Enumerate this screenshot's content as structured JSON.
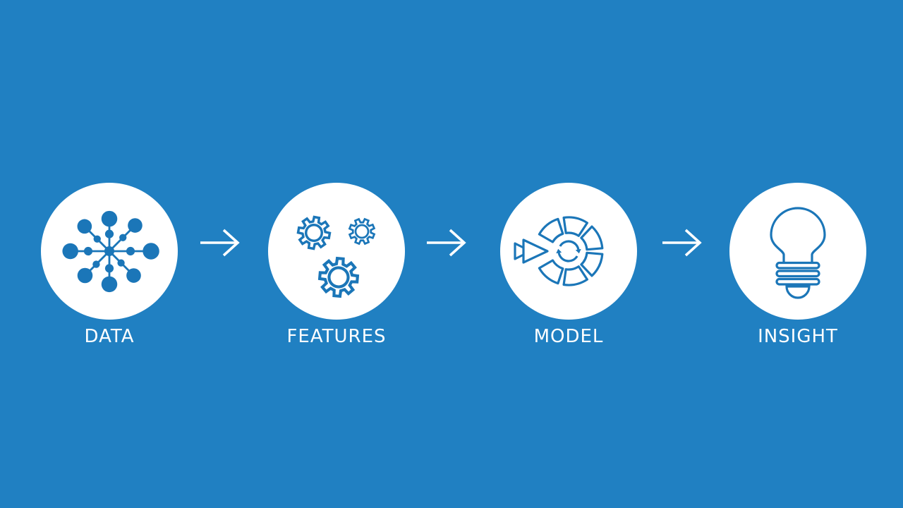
{
  "slide": {
    "background_color": "#2080C2",
    "icon_color": "#1B76B8",
    "circle_fill": "#FFFFFF",
    "label_color": "#FFFFFF",
    "steps": [
      {
        "label": "DATA",
        "icon": "data-network-icon"
      },
      {
        "label": "FEATURES",
        "icon": "gears-icon"
      },
      {
        "label": "MODEL",
        "icon": "model-cycle-icon"
      },
      {
        "label": "INSIGHT",
        "icon": "lightbulb-icon"
      }
    ],
    "connectors": [
      {
        "icon": "arrow-right-icon"
      },
      {
        "icon": "arrow-right-icon"
      },
      {
        "icon": "arrow-right-icon"
      }
    ]
  }
}
